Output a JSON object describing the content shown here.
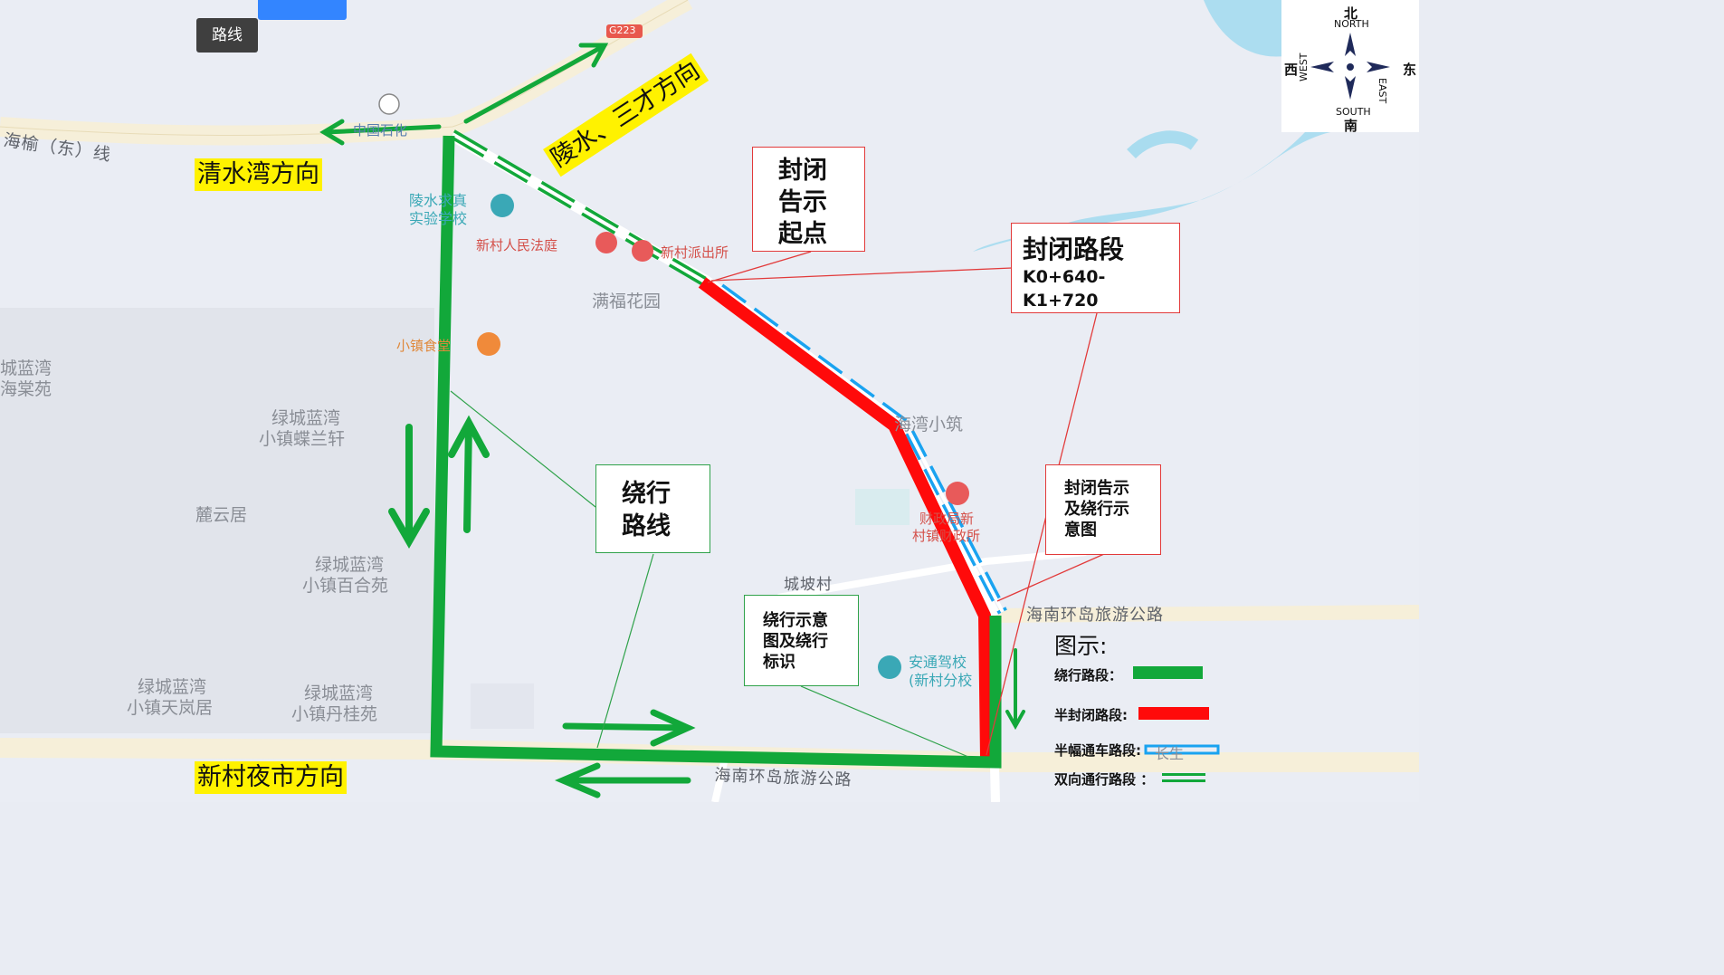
{
  "toolbar": {
    "route_tab": "路线",
    "search_icon": "search-icon"
  },
  "compass": {
    "north_zh": "北",
    "north_en": "NORTH",
    "south_zh": "南",
    "south_en": "SOUTH",
    "east_zh": "东",
    "east_en": "EAST",
    "west_zh": "西",
    "west_en": "WEST"
  },
  "directions": {
    "qingshuiwan": "清水湾方向",
    "lingshui": "陵水、三才方向",
    "xincun_night_market": "新村夜市方向"
  },
  "callouts": {
    "closure_start": [
      "封闭",
      "告示",
      "起点"
    ],
    "closed_section_title": "封闭路段",
    "closed_section_range": "K0+640-K1+720",
    "detour_route": [
      "绕行",
      "路线"
    ],
    "closure_notice_diagram": [
      "封闭告示",
      "及绕行示",
      "意图"
    ],
    "detour_diagram_signs": [
      "绕行示意",
      "图及绕行",
      "标识"
    ]
  },
  "legend": {
    "title": "图示:",
    "detour": "绕行路段：",
    "half_closed": "半封闭路段:",
    "half_width": "半幅通车路段:",
    "two_way": "双向通行路段 ："
  },
  "map_labels": {
    "road_hy": "海榆（东）线",
    "road_g223": "G223",
    "sinopec": "中国石化",
    "school": [
      "陵水求真",
      "实验学校"
    ],
    "court": "新村人民法庭",
    "police": "新村派出所",
    "manfu": "满福花园",
    "canteen": "小镇食堂",
    "lancheng_left": [
      "城蓝湾",
      "海棠苑"
    ],
    "dielan": [
      "绿城蓝湾",
      "小镇蝶兰轩"
    ],
    "luyun": "麓云居",
    "baihe": [
      "绿城蓝湾",
      "小镇百合苑"
    ],
    "tiangang": [
      "绿城蓝湾",
      "小镇天岚居"
    ],
    "dangui": [
      "绿城蓝湾",
      "小镇丹桂苑"
    ],
    "haiwan": "海湾小筑",
    "finance": [
      "财政局新",
      "村镇财政所"
    ],
    "chengpo": "城坡村",
    "ring_road_1": "海南环岛旅游公路",
    "ring_road_2": "海南环岛旅游公路",
    "antong": [
      "安通驾校",
      "(新村分校"
    ],
    "changsheng": "长生"
  },
  "colors": {
    "detour_green": "#12a83a",
    "closed_red": "#ff0a0a",
    "half_width_blue": "#1aa3f0",
    "label_yellow": "#fff200",
    "water": "#a9dcef"
  }
}
